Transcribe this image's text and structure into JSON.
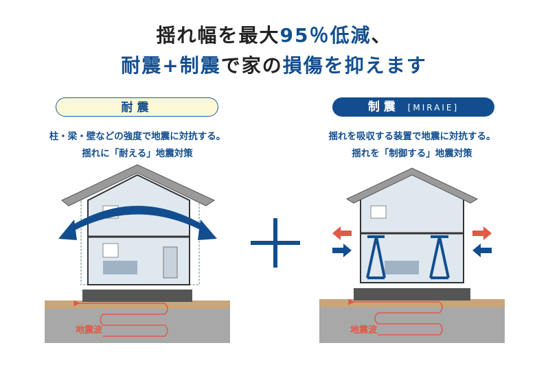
{
  "headline": {
    "line1_a": "揺れ幅を最大",
    "line1_b": "95％低減",
    "line1_c": "、",
    "line2_a": "耐震+制震",
    "line2_b": "で家の",
    "line2_c": "損傷を抑えます"
  },
  "left": {
    "badge": "耐震",
    "desc_line1": "柱・梁・壁などの強度で地震に対抗する。",
    "desc_line2": "揺れに「耐える」地震対策",
    "wave_label": "地震波"
  },
  "right": {
    "badge": "制震",
    "badge_sub": "[MIRAIE]",
    "desc_line1": "揺れを吸収する装置で地震に対抗する。",
    "desc_line2": "揺れを「制御する」地震対策",
    "wave_label": "地震波"
  },
  "colors": {
    "blue": "#124e8f",
    "red": "#e05a46",
    "cream": "#fdf8d6",
    "ground": "#c9a57a",
    "gray": "#a8a8a8"
  }
}
